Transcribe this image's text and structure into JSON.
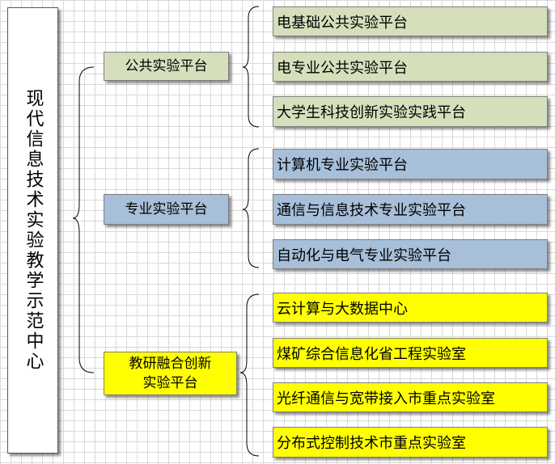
{
  "colors": {
    "public": "#d6dfbc",
    "specialized": "#a7bfd9",
    "innovation": "#ffff00"
  },
  "root": {
    "label": "现代信息技术实验教学示范中心"
  },
  "categories": [
    {
      "label": "公共实验平台",
      "items": [
        "电基础公共实验平台",
        "电专业公共实验平台",
        "大学生科技创新实验实践平台"
      ]
    },
    {
      "label": "专业实验平台",
      "items": [
        "计算机专业实验平台",
        "通信与信息技术专业实验平台",
        "自动化与电气专业实验平台"
      ]
    },
    {
      "label_line1": "教研融合创新",
      "label_line2": "实验平台",
      "items": [
        "云计算与大数据中心",
        "煤矿综合信息化省工程实验室",
        "光纤通信与宽带接入市重点实验室",
        "分布式控制技术市重点实验室"
      ]
    }
  ]
}
